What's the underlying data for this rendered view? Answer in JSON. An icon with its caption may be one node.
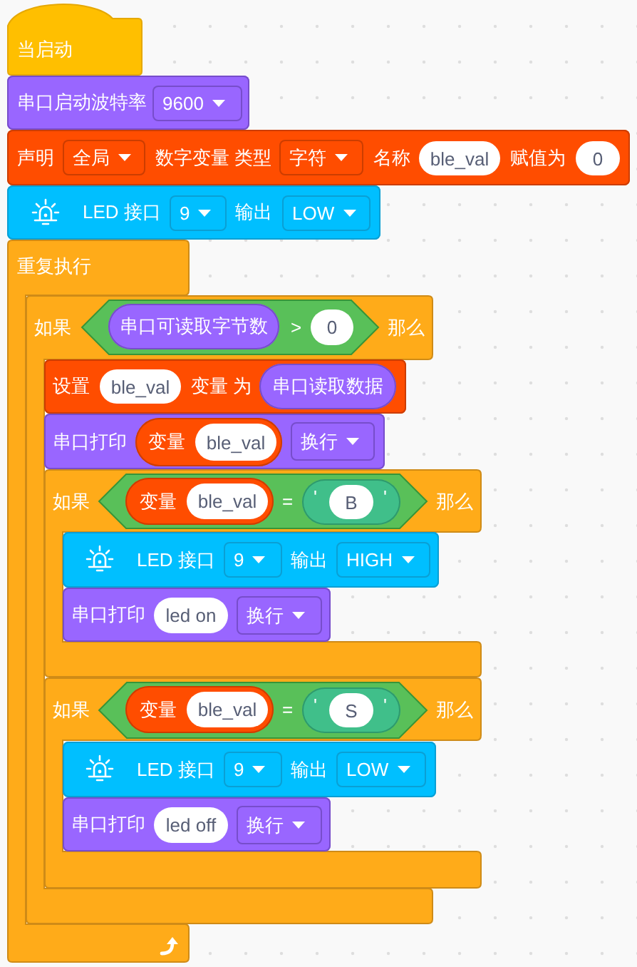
{
  "diagram": {
    "nodes": [
      {
        "text": [
          "当启动"
        ]
      },
      {
        "text": [
          "串口启动波特率"
        ]
      },
      {
        "text": [
          "9600"
        ],
        "in": 1
      },
      {
        "text": [
          "声明",
          "数字变量 类型",
          "名称",
          "赋值为"
        ]
      },
      {
        "text": [
          "全局"
        ],
        "in": 3
      },
      {
        "text": [
          "字符"
        ],
        "in": 3
      },
      {
        "text": [
          "ble_val"
        ],
        "in": 3
      },
      {
        "text": [
          "0"
        ],
        "in": 3
      },
      {
        "text": [
          "LED 接口",
          "输出"
        ]
      },
      {
        "text": [
          "9"
        ],
        "in": 8
      },
      {
        "text": [
          "LOW"
        ],
        "in": 8
      },
      {
        "text": [
          "重复执行"
        ]
      },
      {
        "text": [
          "如果",
          "那么"
        ]
      },
      {
        "text": [
          ">"
        ],
        "in": 12
      },
      {
        "text": [
          "串口可读取字节数"
        ],
        "in": 13
      },
      {
        "text": [
          "0"
        ],
        "in": 13
      },
      {
        "text": [
          "设置",
          "变量 为"
        ],
        "in": 12
      },
      {
        "text": [
          "ble_val"
        ],
        "in": 16
      },
      {
        "text": [
          "串口读取数据"
        ],
        "in": 16
      },
      {
        "text": [
          "串口打印"
        ],
        "in": 12
      },
      {
        "text": [
          "变量"
        ],
        "in": 19
      },
      {
        "text": [
          "ble_val"
        ],
        "in": 20
      },
      {
        "text": [
          "换行"
        ],
        "in": 19
      },
      {
        "text": [
          "如果",
          "那么"
        ]
      },
      {
        "text": [
          "="
        ],
        "in": 23
      },
      {
        "text": [
          "变量"
        ],
        "in": 24
      },
      {
        "text": [
          "ble_val"
        ],
        "in": 25
      },
      {
        "text": [
          "'",
          "'"
        ],
        "in": 24
      },
      {
        "text": [
          "B"
        ],
        "in": 27
      },
      {
        "text": [
          "LED 接口",
          "输出"
        ],
        "in": 23
      },
      {
        "text": [
          "9"
        ],
        "in": 29
      },
      {
        "text": [
          "HIGH"
        ],
        "in": 29
      },
      {
        "text": [
          "串口打印"
        ],
        "in": 23
      },
      {
        "text": [
          "led on"
        ],
        "in": 32
      },
      {
        "text": [
          "换行"
        ],
        "in": 32
      },
      {
        "text": [
          "如果",
          "那么"
        ]
      },
      {
        "text": [
          "="
        ],
        "in": 35
      },
      {
        "text": [
          "变量"
        ],
        "in": 36
      },
      {
        "text": [
          "ble_val"
        ],
        "in": 37
      },
      {
        "text": [
          "'",
          "'"
        ],
        "in": 36
      },
      {
        "text": [
          "S"
        ],
        "in": 39
      },
      {
        "text": [
          "LED 接口",
          "输出"
        ],
        "in": 35
      },
      {
        "text": [
          "9"
        ],
        "in": 41
      },
      {
        "text": [
          "LOW"
        ],
        "in": 41
      },
      {
        "text": [
          "串口打印"
        ],
        "in": 35
      },
      {
        "text": [
          "led off"
        ],
        "in": 44
      },
      {
        "text": [
          "换行"
        ],
        "in": 44
      }
    ]
  }
}
